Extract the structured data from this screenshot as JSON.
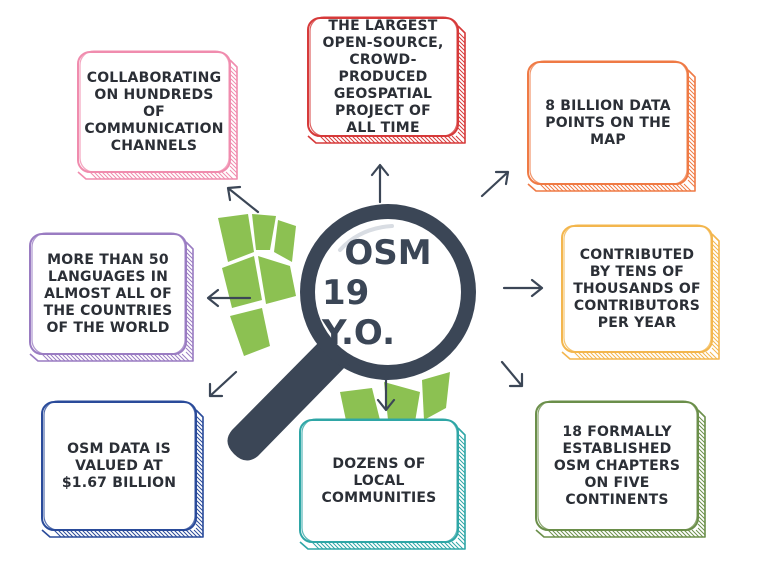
{
  "center": {
    "title": "OSM",
    "subtitle": "19 Y.O."
  },
  "facts": [
    {
      "id": "largest",
      "text": "THE LARGEST OPEN-SOURCE, CROWD-PRODUCED GEOSPATIAL PROJECT OF ALL TIME",
      "color": "#d63a3a"
    },
    {
      "id": "channels",
      "text": "COLLABORATING ON HUNDREDS OF COMMUNICATION CHANNELS",
      "color": "#f08cae"
    },
    {
      "id": "datapoints",
      "text": "8 BILLION DATA POINTS ON THE MAP",
      "color": "#ef7a45"
    },
    {
      "id": "languages",
      "text": "MORE THAN 50 LANGUAGES IN ALMOST ALL OF THE COUNTRIES OF THE WORLD",
      "color": "#9a7cc2"
    },
    {
      "id": "contributors",
      "text": "CONTRIBUTED BY TENS OF THOUSANDS OF CONTRIBUTORS PER YEAR",
      "color": "#f3b64e"
    },
    {
      "id": "valued",
      "text": "OSM DATA IS VALUED AT $1.67 BILLION",
      "color": "#2a4b9a"
    },
    {
      "id": "communities",
      "text": "DOZENS OF LOCAL COMMUNITIES",
      "color": "#2fa6a6"
    },
    {
      "id": "chapters",
      "text": "18 FORMALLY ESTABLISHED OSM CHAPTERS ON FIVE CONTINENTS",
      "color": "#6b8f4a"
    }
  ],
  "colors": {
    "magnifier": "#3b4656",
    "map_green": "#8cc152",
    "arrow": "#3b4656"
  }
}
